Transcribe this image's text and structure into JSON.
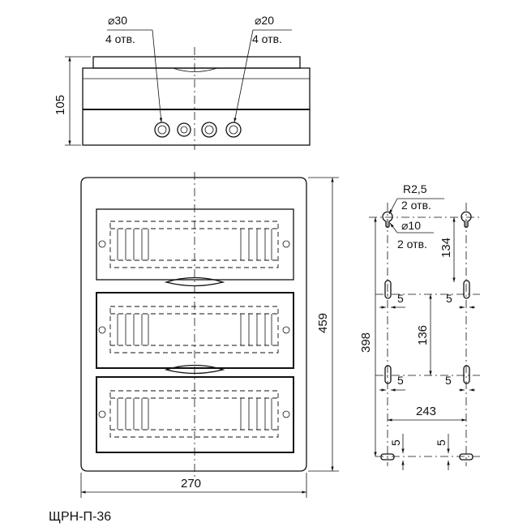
{
  "top_view": {
    "hole_big": {
      "diameter": "⌀30",
      "count": "4 отв."
    },
    "hole_small": {
      "diameter": "⌀20",
      "count": "4 отв."
    },
    "height": "105"
  },
  "front_view": {
    "height": "459",
    "width": "270"
  },
  "mounting": {
    "slot_radius": {
      "label": "R2,5",
      "count": "2 отв."
    },
    "hole": {
      "diameter": "⌀10",
      "count": "2 отв."
    },
    "dim_134": "134",
    "dim_136": "136",
    "dim_398": "398",
    "dim_243": "243",
    "dim_5": "5"
  },
  "model": "ЩРН-П-36"
}
